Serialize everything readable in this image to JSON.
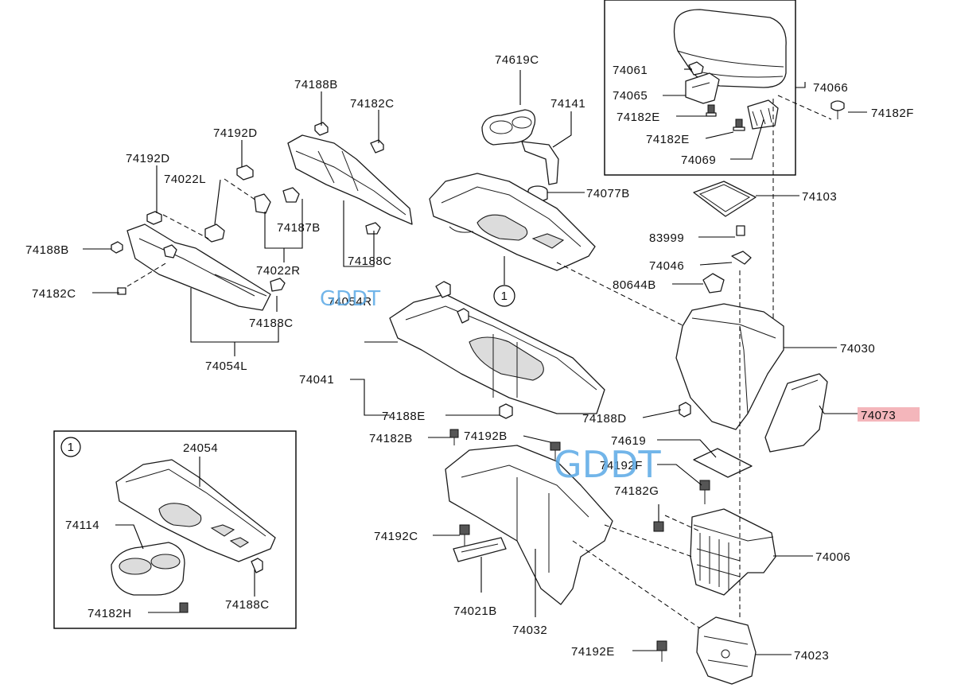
{
  "diagram": {
    "callout_ref": "1",
    "inset_ref": "1",
    "watermark_large": "GDDT",
    "watermark_small": "GDDT",
    "highlight_color": "#f4b6bb",
    "labels": {
      "p74619C": "74619C",
      "p74141": "74141",
      "p74077B": "74077B",
      "p74188B_top": "74188B",
      "p74182C_top": "74182C",
      "p74192D_a": "74192D",
      "p74192D_b": "74192D",
      "p74022L": "74022L",
      "p74187B": "74187B",
      "p74022R": "74022R",
      "p74188C_mid": "74188C",
      "p74054R": "74054R",
      "p74188B_left": "74188B",
      "p74182C_left": "74182C",
      "p74188C_left": "74188C",
      "p74054L": "74054L",
      "p74061": "74061",
      "p74065": "74065",
      "p74182E_a": "74182E",
      "p74182E_b": "74182E",
      "p74069": "74069",
      "p74066": "74066",
      "p74182F": "74182F",
      "p74103": "74103",
      "p83999": "83999",
      "p74046": "74046",
      "p80644B": "80644B",
      "p74030": "74030",
      "p74073": "74073",
      "p74041": "74041",
      "p74188E": "74188E",
      "p74188D": "74188D",
      "p74182B": "74182B",
      "p74192B": "74192B",
      "p74619": "74619",
      "p74192F": "74192F",
      "p74182G": "74182G",
      "p74006": "74006",
      "p74192C": "74192C",
      "p74021B": "74021B",
      "p74032": "74032",
      "p74192E": "74192E",
      "p74023": "74023",
      "p24054": "24054",
      "p74114": "74114",
      "p74182H": "74182H",
      "p74188C_inset": "74188C"
    }
  }
}
